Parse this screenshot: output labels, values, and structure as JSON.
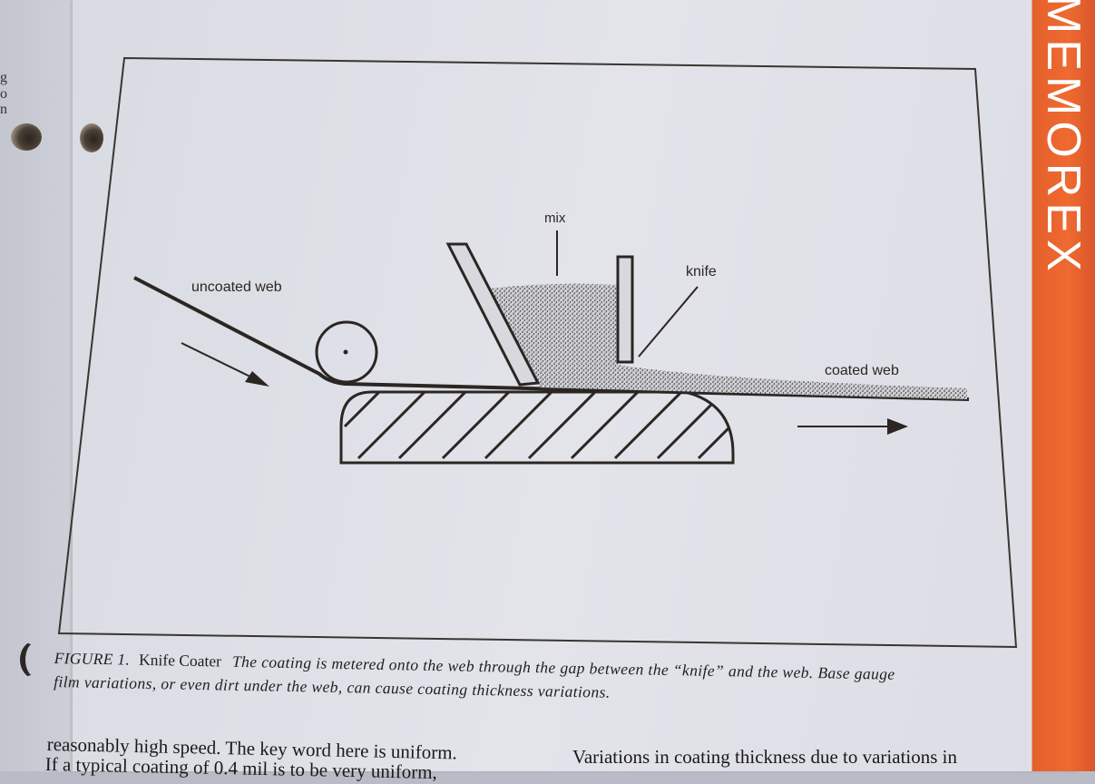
{
  "left_page": {
    "fragments": [
      "g",
      "o",
      "n"
    ]
  },
  "brand_tab": {
    "text": "MEMOREX"
  },
  "figure": {
    "labels": {
      "mix": "mix",
      "knife": "knife",
      "uncoated_web": "uncoated web",
      "coated_web": "coated web"
    }
  },
  "caption": {
    "label": "FIGURE 1.",
    "title": "Knife Coater",
    "line1": "The coating is metered onto the web through the gap between the “knife” and the web. Base gauge",
    "line2": "film variations, or even dirt under the web, can cause coating thickness variations."
  },
  "body": {
    "left_col_line1": "reasonably high speed. The key word here is uniform.",
    "left_col_line2": "If a typical coating of 0.4 mil is to be very uniform,",
    "right_col_line1": "Variations in coating thickness due to variations in"
  },
  "colors": {
    "ink": "#2b2622",
    "paper": "#e1e2e9",
    "tab": "#ec6630"
  }
}
